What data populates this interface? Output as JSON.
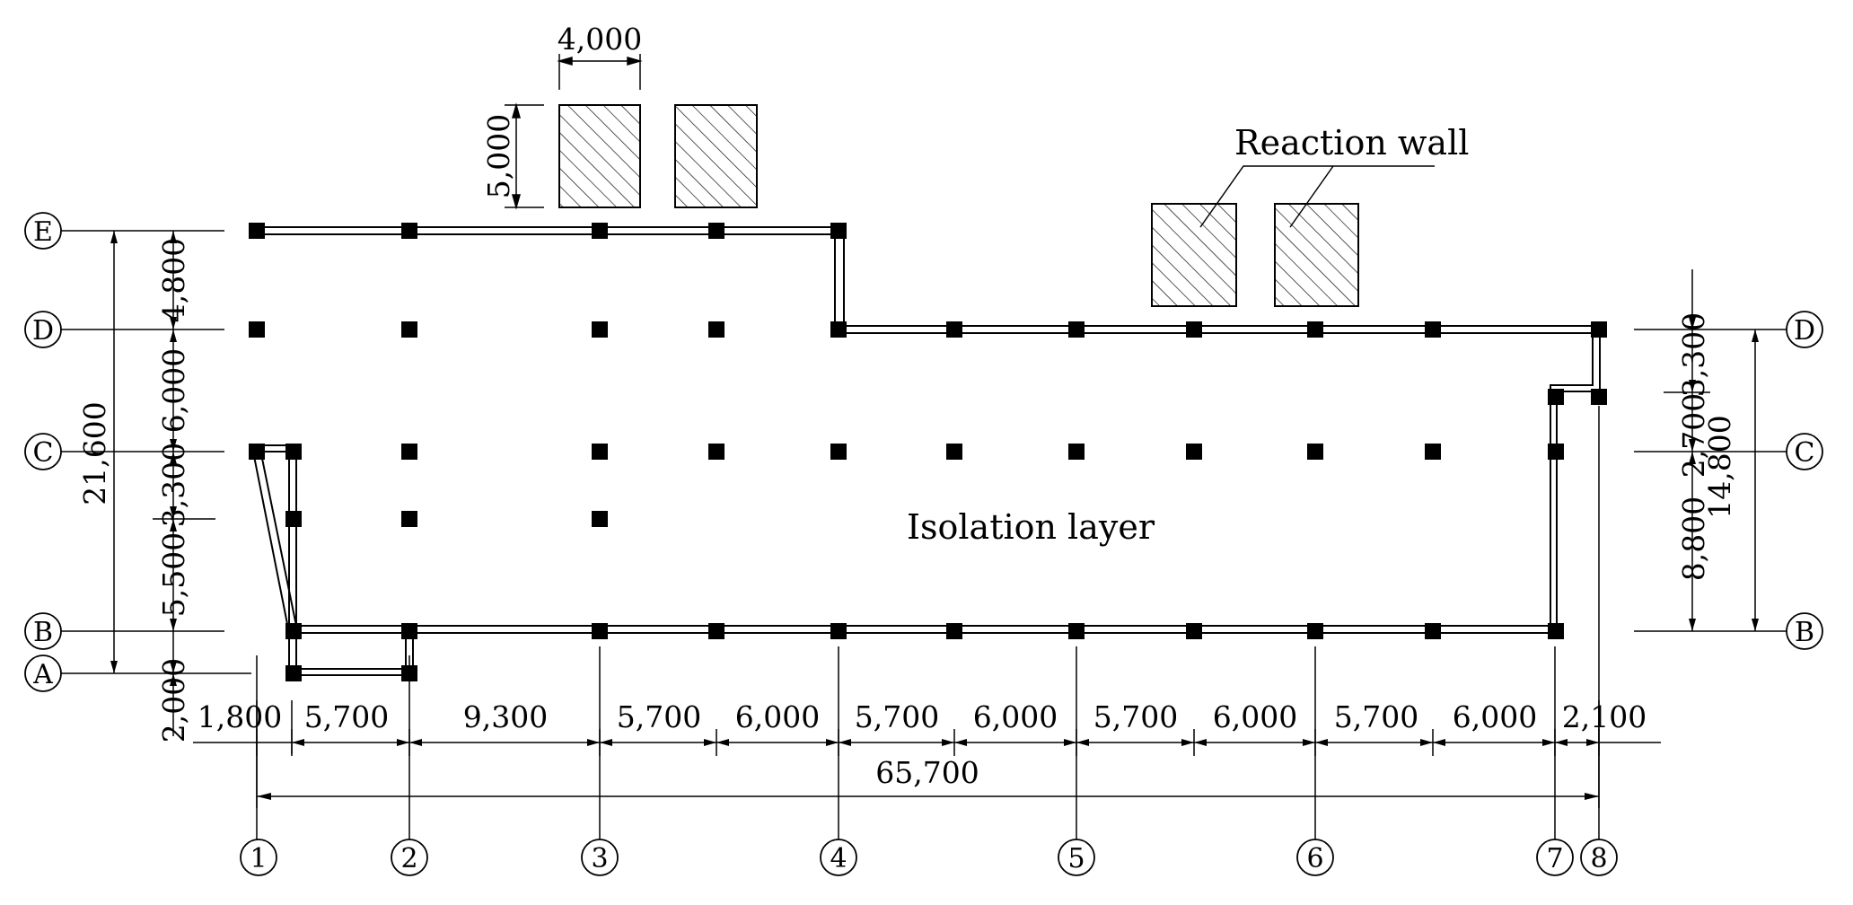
{
  "labels": {
    "reaction_wall": "Reaction wall",
    "isolation_layer": "Isolation layer"
  },
  "grid_axes": {
    "rows": [
      "E",
      "D",
      "C",
      "B",
      "A"
    ],
    "columns": [
      "1",
      "2",
      "3",
      "4",
      "5",
      "6",
      "7",
      "8"
    ]
  },
  "dimensions": {
    "wall_width": "4,000",
    "wall_height": "5,000",
    "bottom_spans": [
      "1,800",
      "5,700",
      "9,300",
      "5,700",
      "6,000",
      "5,700",
      "6,000",
      "5,700",
      "6,000",
      "5,700",
      "6,000",
      "2,100"
    ],
    "total_length": "65,700",
    "left_spans": [
      "4,800",
      "6,000",
      "3,300",
      "5,500",
      "2,000"
    ],
    "left_total": "21,600",
    "right_spans": [
      "3,300",
      "2,700",
      "8,800"
    ],
    "right_total": "14,800"
  },
  "colors": {
    "line": "#000000",
    "column": "#000000",
    "background": "#ffffff"
  }
}
